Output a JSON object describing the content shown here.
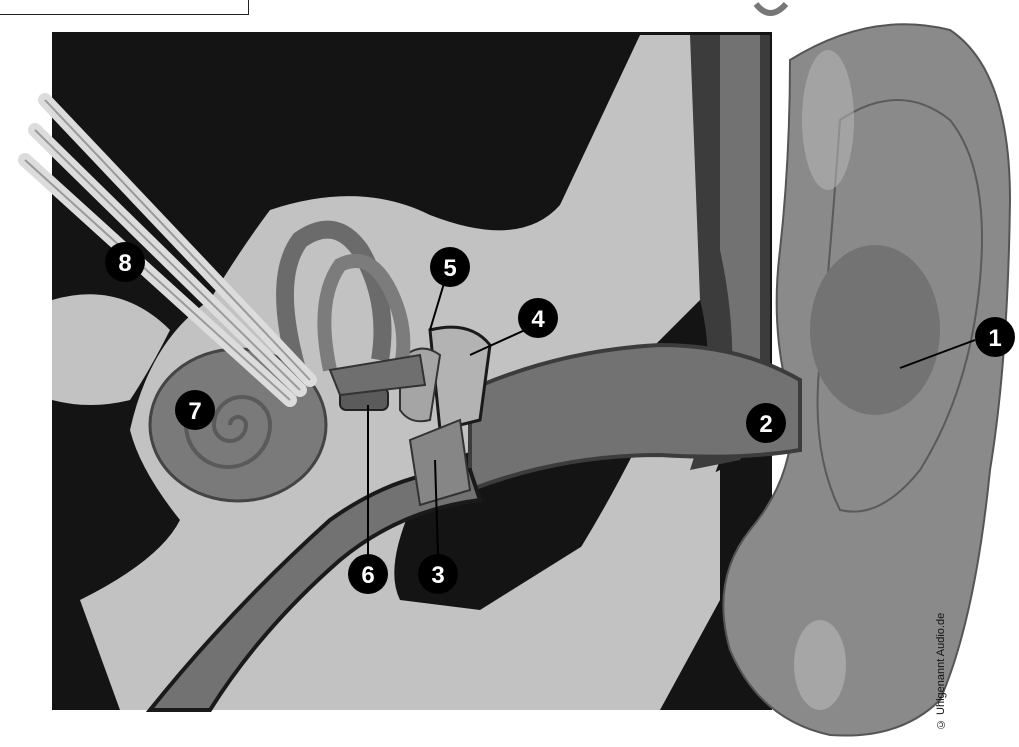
{
  "diagram": {
    "markers": [
      "1",
      "2",
      "3",
      "4",
      "5",
      "6",
      "7",
      "8"
    ],
    "credit": "© Uhlgenannt Audio.de"
  },
  "colors": {
    "background_dark": "#141414",
    "tissue_light": "#c2c2c2",
    "structure_mid": "#727272",
    "structure_dark": "#3c3c3c",
    "auricle": "#8a8a8a",
    "nerve": "#dcdcdc",
    "marker_fill": "#000000",
    "marker_text": "#ffffff"
  }
}
